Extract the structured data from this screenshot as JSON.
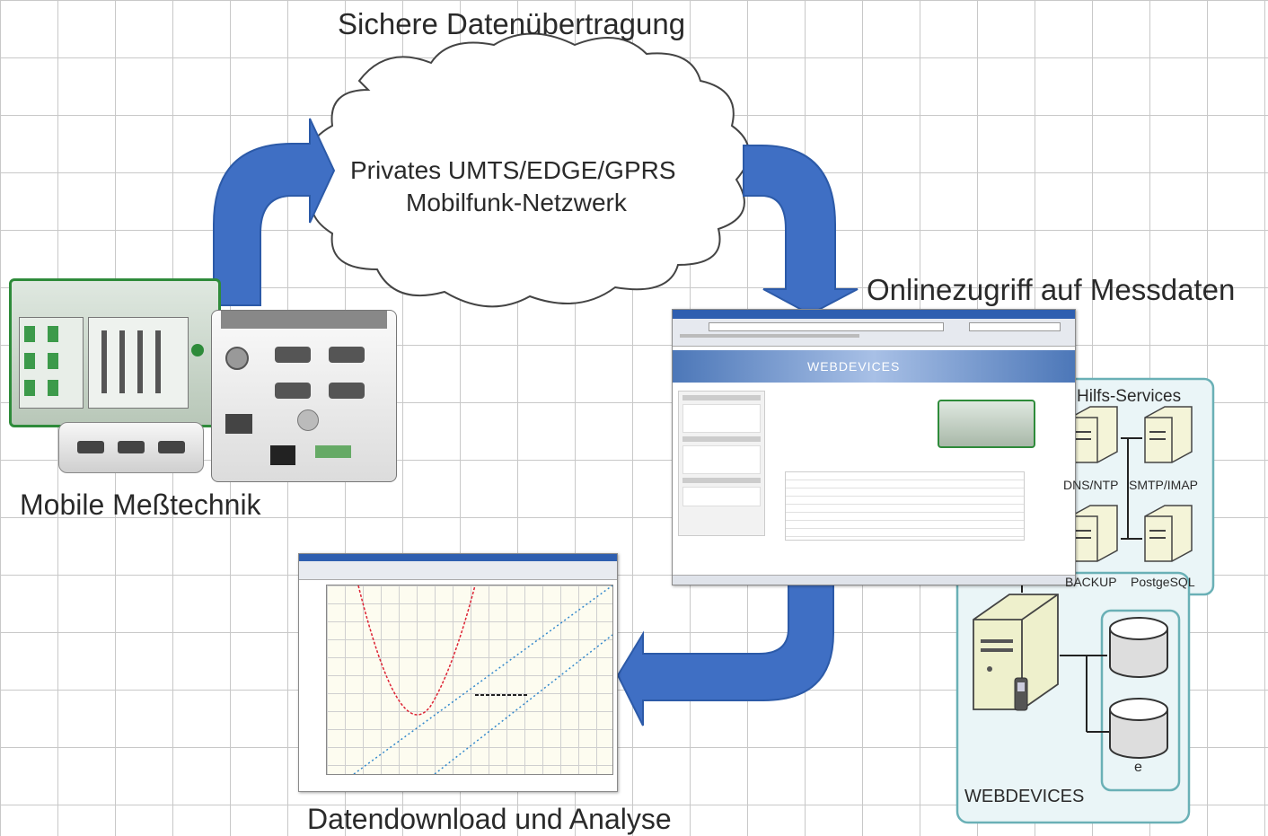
{
  "labels": {
    "cloud_title": "Sichere Datenübertragung",
    "cloud_line1": "Privates UMTS/EDGE/GPRS",
    "cloud_line2": "Mobilfunk-Netzwerk",
    "online": "Onlinezugriff auf Messdaten",
    "mobile": "Mobile Meßtechnik",
    "download": "Datendownload und Analyse",
    "hilfs": "Hilfs-Services",
    "dns": "DNS/NTP",
    "smtp": "SMTP/IMAP",
    "backup": "BACKUP",
    "postgres": "PostgeSQL",
    "webdevices": "WEBDEVICES",
    "db_e": "e",
    "web_banner": "WEBDEVICES"
  },
  "colors": {
    "arrow": "#3f6fc4",
    "arrow_edge": "#2c5aa8",
    "box_border": "#6ab0b6",
    "box_fill": "#e9f4f6",
    "device_green": "#2e8b3a"
  }
}
